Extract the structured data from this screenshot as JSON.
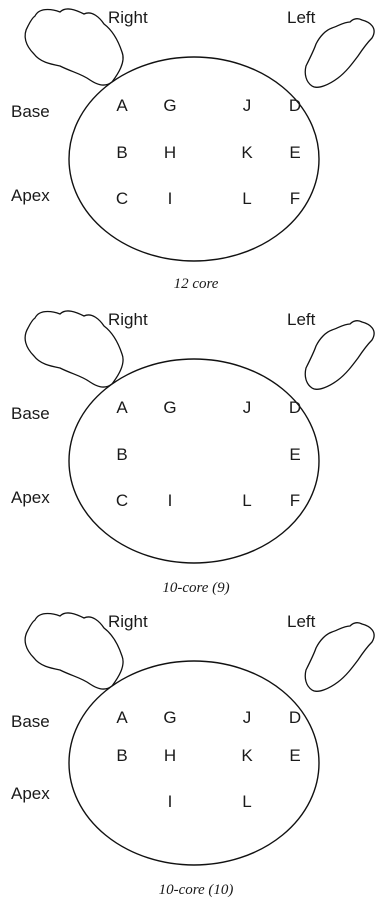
{
  "panels": [
    {
      "labels": {
        "right": "Right",
        "left": "Left",
        "base": "Base",
        "apex": "Apex"
      },
      "grid": [
        [
          "A",
          "G",
          "J",
          "D"
        ],
        [
          "B",
          "H",
          "K",
          "E"
        ],
        [
          "C",
          "I",
          "L",
          "F"
        ]
      ],
      "caption": "12 core"
    },
    {
      "labels": {
        "right": "Right",
        "left": "Left",
        "base": "Base",
        "apex": "Apex"
      },
      "grid": [
        [
          "A",
          "G",
          "J",
          "D"
        ],
        [
          "B",
          "",
          "",
          "E"
        ],
        [
          "C",
          "I",
          "L",
          "F"
        ]
      ],
      "caption": "10-core (9)"
    },
    {
      "labels": {
        "right": "Right",
        "left": "Left",
        "base": "Base",
        "apex": "Apex"
      },
      "grid": [
        [
          "A",
          "G",
          "J",
          "D"
        ],
        [
          "B",
          "H",
          "K",
          "E"
        ],
        [
          "",
          "I",
          "L",
          ""
        ]
      ],
      "caption": "10-core (10)"
    }
  ]
}
